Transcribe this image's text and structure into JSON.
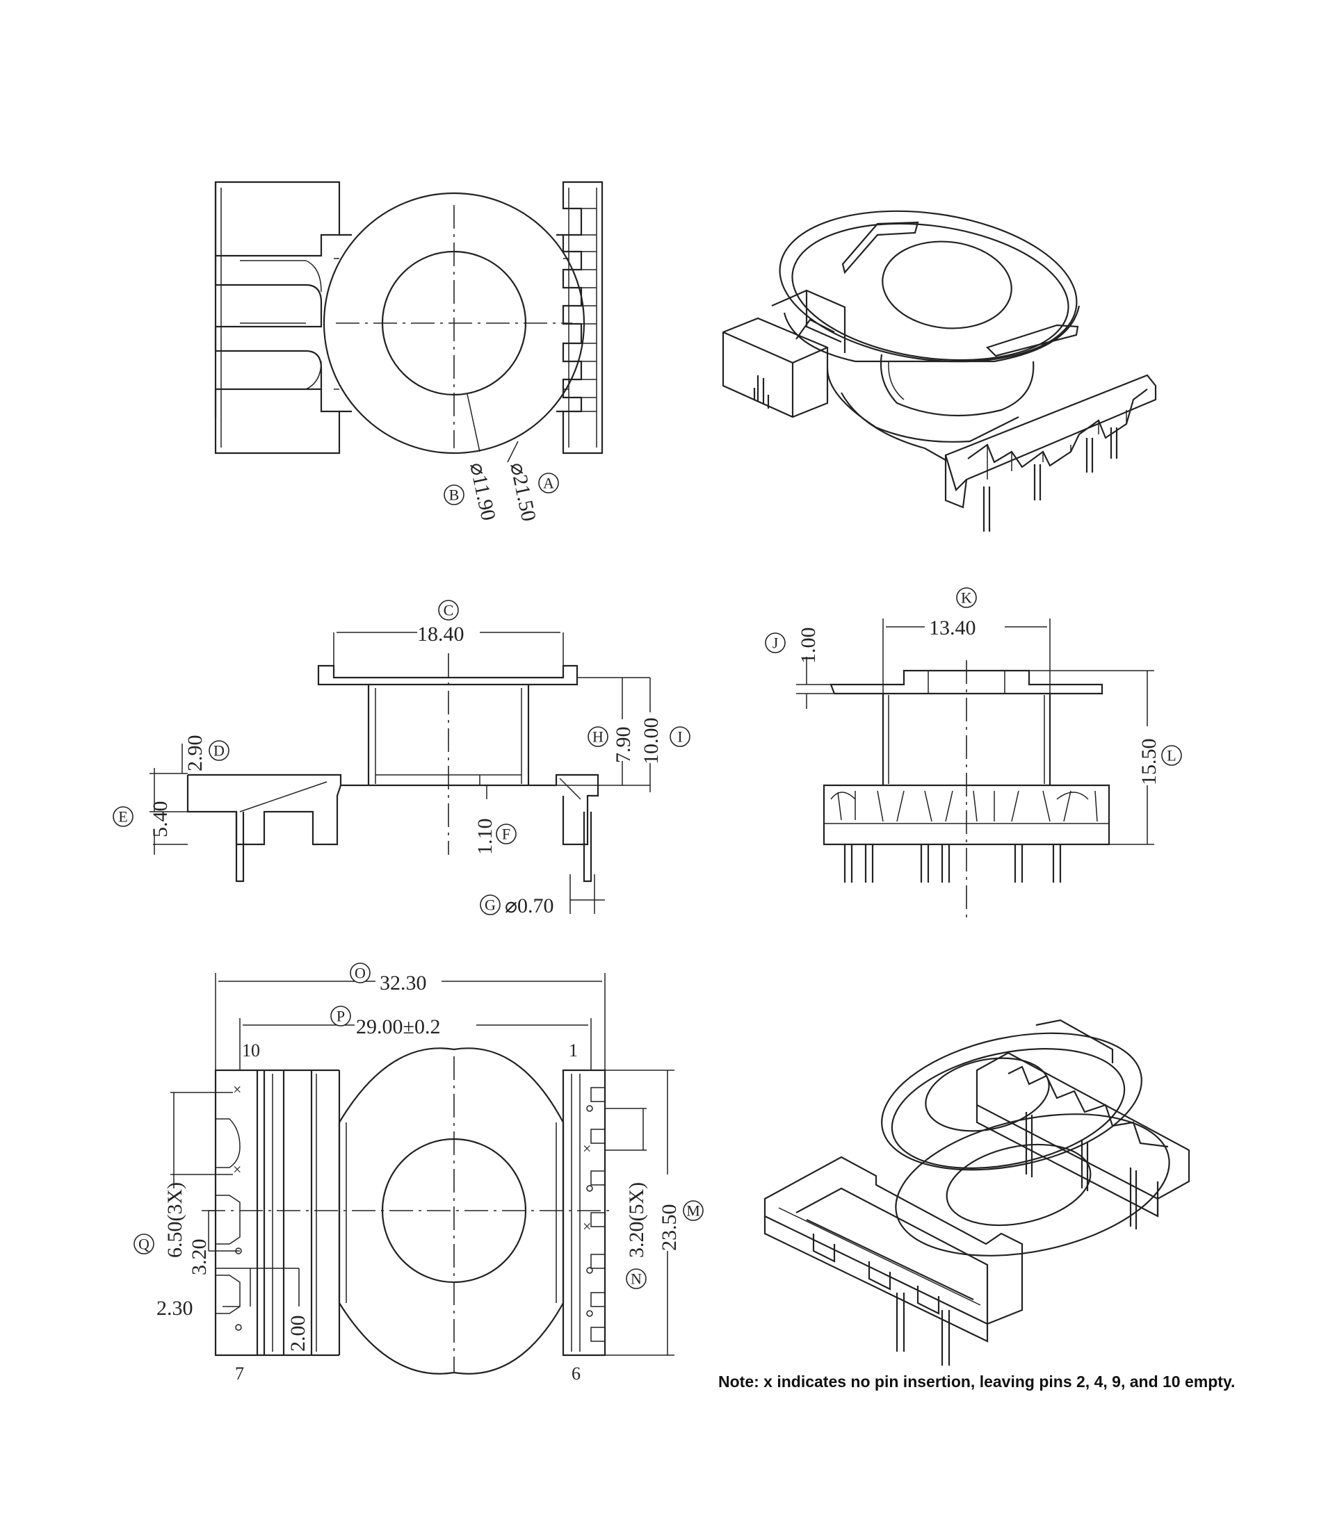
{
  "dimensions": {
    "A": {
      "letter": "A",
      "value": "⌀21.50"
    },
    "B": {
      "letter": "B",
      "value": "⌀11.90"
    },
    "C": {
      "letter": "C",
      "value": "18.40"
    },
    "D": {
      "letter": "D",
      "value": "2.90"
    },
    "E": {
      "letter": "E",
      "value": "5.40"
    },
    "F": {
      "letter": "F",
      "value": "1.10"
    },
    "G": {
      "letter": "G",
      "value": "⌀0.70"
    },
    "H": {
      "letter": "H",
      "value": "7.90"
    },
    "I": {
      "letter": "I",
      "value": "10.00"
    },
    "J": {
      "letter": "J",
      "value": "1.00"
    },
    "K": {
      "letter": "K",
      "value": "13.40"
    },
    "L": {
      "letter": "L",
      "value": "15.50"
    },
    "M": {
      "letter": "M",
      "value": "23.50"
    },
    "N": {
      "letter": "N",
      "value": "3.20(5X)"
    },
    "O": {
      "letter": "O",
      "value": "32.30"
    },
    "P": {
      "letter": "P",
      "value": "29.00±0.2"
    },
    "Q": {
      "letter": "Q",
      "value": "6.50(3X)"
    }
  },
  "extra_dims": {
    "q_pitch": "3.20",
    "left_offset": "2.30",
    "left_width": "2.00"
  },
  "pins": {
    "p10": "10",
    "p1": "1",
    "p7": "7",
    "p6": "6"
  },
  "note": "Note: x indicates no pin insertion, leaving pins 2, 4, 9, and 10 empty."
}
